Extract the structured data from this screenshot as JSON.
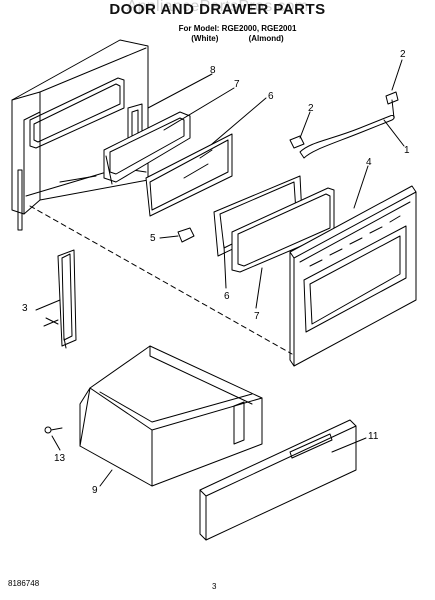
{
  "watermark": "AppliancePartsPros.com",
  "title": "DOOR AND DRAWER PARTS",
  "model_line": "For Model: RGE2000, RGE2001",
  "variant_white": "(White)",
  "variant_almond": "(Almond)",
  "callouts": [
    "8",
    "7",
    "6",
    "2",
    "2",
    "1",
    "4",
    "5",
    "6",
    "7",
    "3",
    "11",
    "13",
    "9"
  ],
  "footer_code": "8186748",
  "page_number": "3",
  "colors": {
    "ink": "#000000",
    "background": "#ffffff"
  }
}
